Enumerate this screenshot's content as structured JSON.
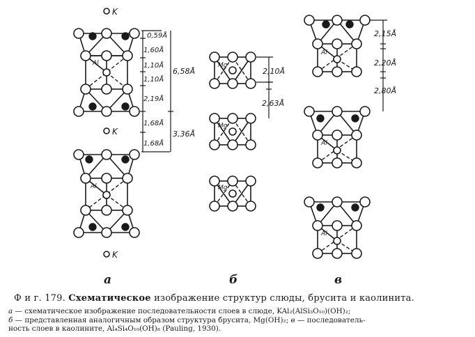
{
  "panels": {
    "a": {
      "letter": "а",
      "k_label": "K",
      "atom_label": "Al",
      "dims_small": [
        "0,59Å",
        "1,60Å",
        "1,10Å",
        "1,10Å",
        "2,19Å",
        "1,68Å",
        "1,68Å"
      ],
      "dims_large": [
        "6,58Å",
        "3,36Å"
      ]
    },
    "b": {
      "letter": "б",
      "atom_label": "Mg",
      "dims": [
        "2,10Å",
        "2,63Å"
      ]
    },
    "c": {
      "letter": "в",
      "atom_label": "Al",
      "dims": [
        "2,15Å",
        "2,20Å",
        "2,80Å"
      ]
    }
  },
  "caption": {
    "title_prefix": "Ф и г. 179.",
    "title_bold": "Схематическое",
    "title_rest": "изображение структур слюды, брусита и каолинита.",
    "line1_key": "а",
    "line1": "— схематическое изображение последовательности слоев в слюде, KAl₂(AlSi₃O₁₀)(OH)₂;",
    "line2_key": "б",
    "line2": "— представленная аналогичным образом структура брусита, Mg(OH)₂;",
    "line2_key2": "в",
    "line2_tail": "— последователь-",
    "line3": "ность слоев в каолините, Al₄Si₄O₁₀(OH)₈ (Pauling, 1930)."
  }
}
